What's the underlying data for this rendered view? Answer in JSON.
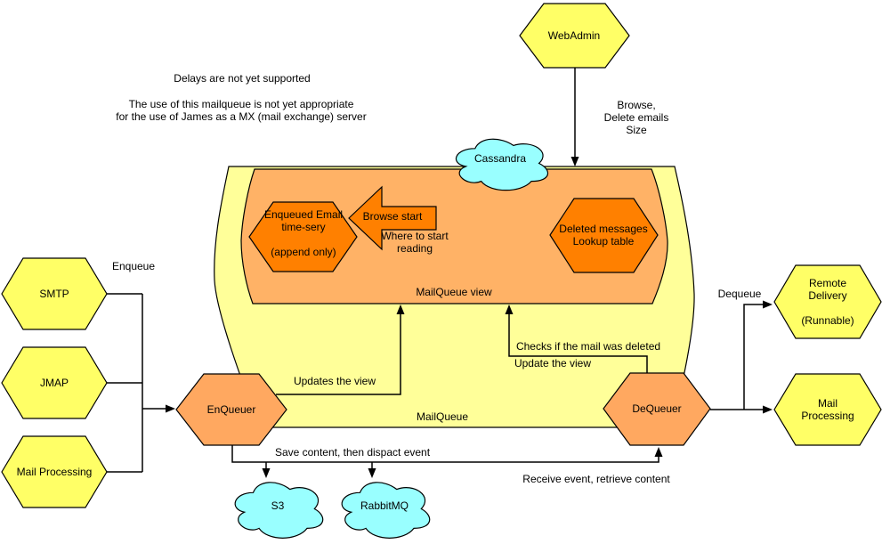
{
  "notes": {
    "delays": "Delays are not yet supported",
    "usage": "The use of this mailqueue is not yet appropriate\nfor the use of James as a MX (mail exchange) server"
  },
  "nodes": {
    "webadmin": "WebAdmin",
    "smtp": "SMTP",
    "jmap": "JMAP",
    "mail_processing_left": "Mail Processing",
    "enqueuer": "EnQueuer",
    "dequeuer": "DeQueuer",
    "remote_delivery": "Remote Delivery\n\n(Runnable)",
    "mail_processing_right": "Mail Processing",
    "enqueued_email": "Enqueued Email\ntime-sery\n\n(append only)",
    "deleted_messages": "Deleted messages\nLookup table",
    "mailqueue": "MailQueue",
    "mailqueue_view": "MailQueue view",
    "browse_start_arrow": "Browse start"
  },
  "clouds": {
    "cassandra": "Cassandra",
    "s3": "S3",
    "rabbitmq": "RabbitMQ"
  },
  "edge_labels": {
    "browse_delete": "Browse,\nDelete emails\nSize",
    "enqueue": "Enqueue",
    "dequeue": "Dequeue",
    "updates_the_view": "Updates the view",
    "checks_deleted": "Checks if the mail was deleted",
    "update_the_view": "Update the view",
    "where_to_start": "Where to start\nreading",
    "save_content": "Save content, then dispact event",
    "receive_event": "Receive event, retrieve content"
  },
  "colors": {
    "yellow": "#FFFF66",
    "pale_yellow": "#FFFF99",
    "view_orange": "#FFB266",
    "queuer_orange": "#FFA860",
    "dark_orange": "#FF8000",
    "cloud_cyan": "#99FFFF",
    "stroke": "#000000"
  }
}
